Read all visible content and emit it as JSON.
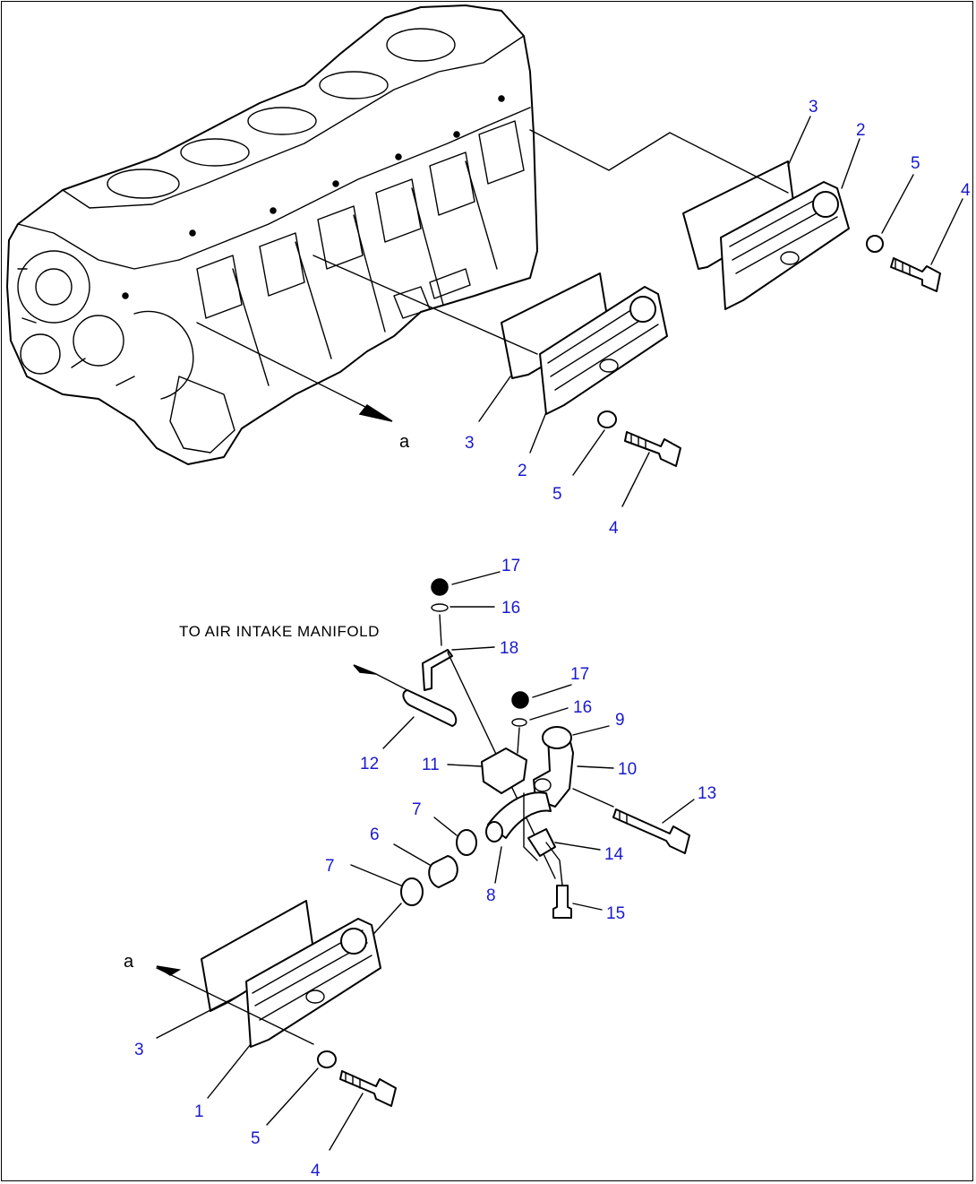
{
  "caption": "TO AIR INTAKE MANIFOLD",
  "annotations": {
    "a_top": "a",
    "a_bottom": "a"
  },
  "callouts": {
    "c3_r": "3",
    "c2_r": "2",
    "c5_r": "5",
    "c4_r": "4",
    "c3_m": "3",
    "c2_m": "2",
    "c5_m": "5",
    "c4_m": "4",
    "c17_a": "17",
    "c16_a": "16",
    "c18": "18",
    "c17_b": "17",
    "c16_b": "16",
    "c9": "9",
    "c10": "10",
    "c12": "12",
    "c11": "11",
    "c13": "13",
    "c7_a": "7",
    "c6": "6",
    "c7_b": "7",
    "c14": "14",
    "c8": "8",
    "c15": "15",
    "c3_b": "3",
    "c1": "1",
    "c5_b": "5",
    "c4_b": "4"
  },
  "colors": {
    "callout": "#1a1acc",
    "line": "#000000",
    "background": "#ffffff"
  }
}
